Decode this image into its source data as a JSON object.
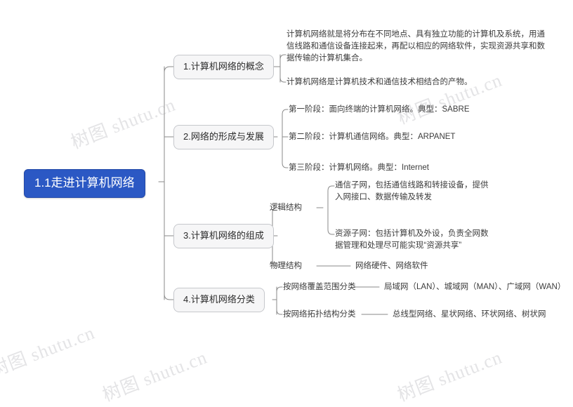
{
  "document": {
    "title": "1.1走进计算机网络",
    "watermark_text": "树图 shutu.cn",
    "colors": {
      "root_fill": "#2b58c4",
      "root_text": "#ffffff",
      "branch_fill": "#f6f6f7",
      "branch_border": "#c6c8cc",
      "link_stroke": "#8a8a8a",
      "leaf_text": "#3c3c3c",
      "watermark": "#e4e4e6",
      "background": "#ffffff"
    }
  },
  "mindmap": {
    "root": {
      "label": "1.1走进计算机网络"
    },
    "branches": [
      {
        "label": "1.计算机网络的概念",
        "children": [
          {
            "label": "计算机网络就是将分布在不同地点、具有独立功能的计算机及系统，用通信线路和通信设备连接起来，再配以相应的网络软件，实现资源共享和数据传输的计算机集合。"
          },
          {
            "label": "计算机网络是计算机技术和通信技术相结合的产物。"
          }
        ]
      },
      {
        "label": "2.网络的形成与发展",
        "children": [
          {
            "label": "第一阶段：面向终端的计算机网络。典型：SABRE"
          },
          {
            "label": "第二阶段：计算机通信网络。典型：ARPANET"
          },
          {
            "label": "第三阶段：计算机网络。典型：Internet"
          }
        ]
      },
      {
        "label": "3.计算机网络的组成",
        "children": [
          {
            "label": "逻辑结构",
            "children": [
              {
                "label": "通信子网，包括通信线路和转接设备，提供入网接口、数据传输及转发"
              },
              {
                "label": "资源子网：包括计算机及外设，负责全网数据管理和处理尽可能实现“资源共享”"
              }
            ]
          },
          {
            "label": "物理结构",
            "children": [
              {
                "label": "网络硬件、网络软件"
              }
            ]
          }
        ]
      },
      {
        "label": "4.计算机网络分类",
        "children": [
          {
            "label": "按网络覆盖范围分类",
            "children": [
              {
                "label": "局域网（LAN）、城域网（MAN）、广域网（WAN）"
              }
            ]
          },
          {
            "label": "按网络拓扑结构分类",
            "children": [
              {
                "label": "总线型网络、星状网络、环状网络、树状网"
              }
            ]
          }
        ]
      }
    ]
  }
}
